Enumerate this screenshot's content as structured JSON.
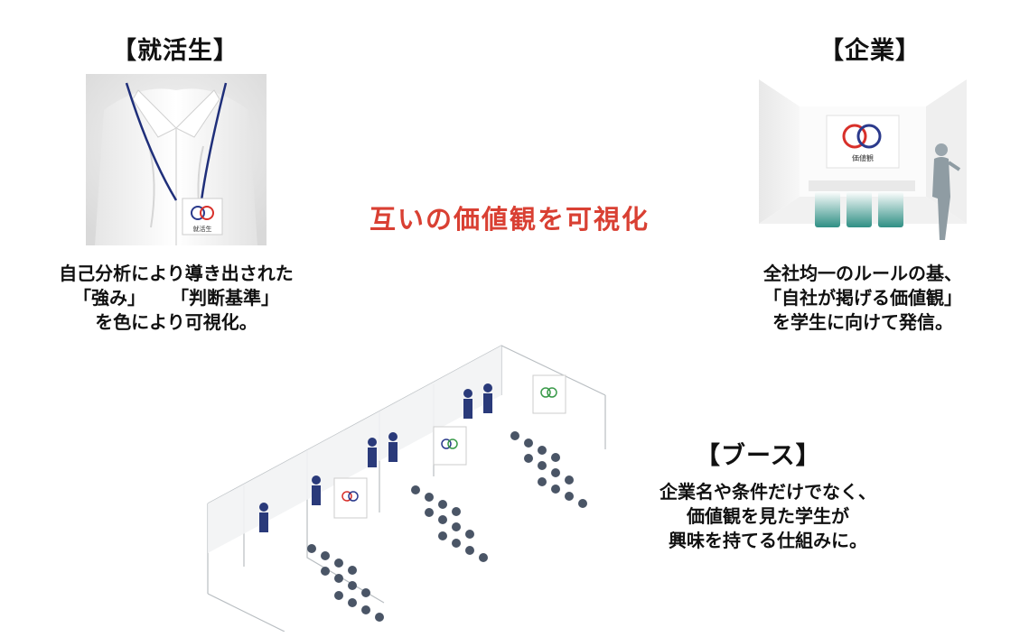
{
  "student": {
    "heading": "【就活生】",
    "badge_text": "就活生",
    "desc_line1": "自己分析により導き出された",
    "desc_line2a": "「強み」",
    "desc_line2b": "「判断基準」",
    "desc_line3": "を色により可視化。"
  },
  "company": {
    "heading": "【企業】",
    "sign_text": "価値観",
    "desc_line1": "全社均一のルールの基、",
    "desc_line2": "「自社が掲げる価値観」",
    "desc_line3": "を学生に向けて発信。"
  },
  "center": {
    "title": "互いの価値観を可視化"
  },
  "booth": {
    "heading": "【ブース】",
    "desc_line1": "企業名や条件だけでなく、",
    "desc_line2": "価値観を見た学生が",
    "desc_line3": "興味を持てる仕組みに。"
  },
  "colors": {
    "accent_red": "#d94033",
    "ring_blue": "#2b3a8c",
    "ring_red": "#d8302a",
    "ring_green": "#3a9a4a",
    "teal": "#2f8f84"
  }
}
